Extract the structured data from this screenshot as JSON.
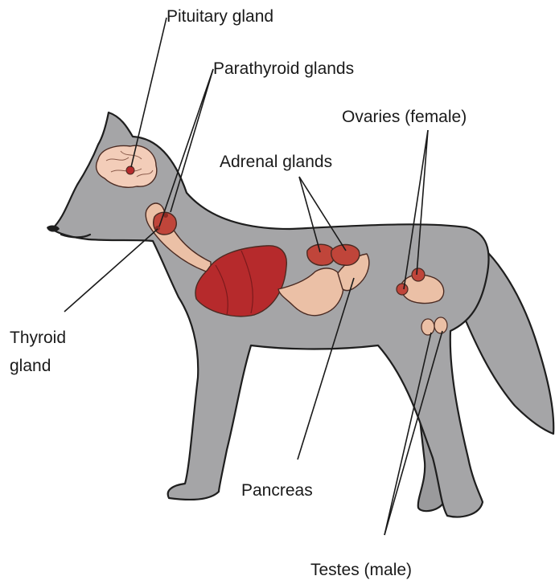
{
  "diagram": {
    "labels": {
      "pituitary": "Pituitary gland",
      "parathyroid": "Parathyroid glands",
      "ovaries": "Ovaries (female)",
      "adrenal": "Adrenal glands",
      "thyroid_line1": "Thyroid",
      "thyroid_line2": "gland",
      "pancreas": "Pancreas",
      "testes": "Testes (male)"
    },
    "colors": {
      "body": "#a5a5a7",
      "brain": "#f3cdb9",
      "tissue": "#ebc0a6",
      "organ_red": "#b62a2c",
      "gland_red": "#c0453a",
      "outline": "#1e1e1e"
    }
  }
}
